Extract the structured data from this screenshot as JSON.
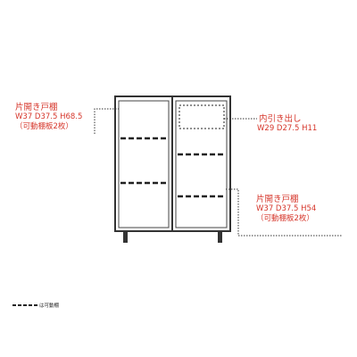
{
  "left_compartment": {
    "title": "片開き戸棚",
    "dimensions": "W37  D37.5  H68.5",
    "note": "（可動棚板2枚）"
  },
  "drawer": {
    "title": "内引き出し",
    "dimensions": "W29  D27.5  H11"
  },
  "right_compartment": {
    "title": "片開き戸棚",
    "dimensions": "W37  D37.5  H54",
    "note": "（可動棚板2枚）"
  },
  "legend": {
    "label": "は可動棚"
  },
  "colors": {
    "label_text": "#d6362b",
    "outline": "#333333"
  }
}
